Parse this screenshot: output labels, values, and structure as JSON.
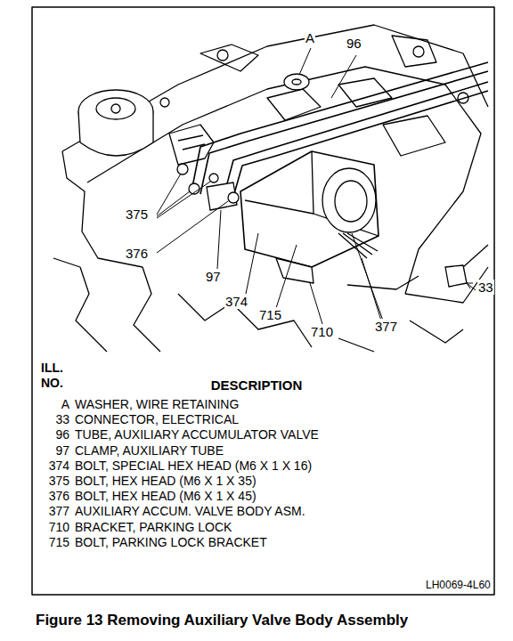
{
  "diagram": {
    "caption": "Figure 13 Removing Auxiliary Valve Body Assembly",
    "labels": [
      "A",
      "96",
      "375",
      "376",
      "97",
      "374",
      "715",
      "710",
      "377",
      "33",
      "ILL. NO.",
      "DESCRIPTION",
      "A",
      "WASHER, WIRE RETAINING",
      "33",
      "CONNECTOR, ELECTRICAL",
      "96",
      "TUBE, AUXILIARY ACCUMULATOR VALVE",
      "97",
      "CLAMP, AUXILIARY TUBE",
      "374",
      "BOLT, SPECIAL HEX HEAD (M6 X 1 X 16)",
      "375",
      "BOLT, HEX HEAD (M6 X 1 X 35)",
      "376",
      "BOLT, HEX HEAD (M6 X 1 X 45)",
      "377",
      "AUXILIARY ACCUM. VALVE BODY ASM.",
      "710",
      "BRACKET, PARKING LOCK",
      "715",
      "BOLT, PARKING LOCK BRACKET",
      "LH0069-4L60"
    ]
  }
}
